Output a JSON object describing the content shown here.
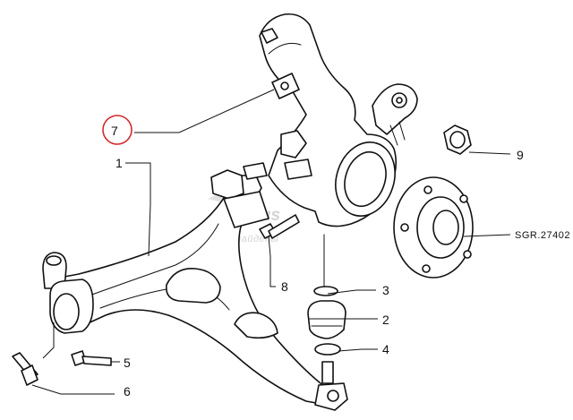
{
  "diagram": {
    "callouts": [
      {
        "id": "1",
        "label": "1"
      },
      {
        "id": "2",
        "label": "2"
      },
      {
        "id": "3",
        "label": "3"
      },
      {
        "id": "4",
        "label": "4"
      },
      {
        "id": "5",
        "label": "5"
      },
      {
        "id": "6",
        "label": "6"
      },
      {
        "id": "7",
        "label": "7",
        "highlighted": true
      },
      {
        "id": "8",
        "label": "8"
      },
      {
        "id": "9",
        "label": "9"
      }
    ],
    "reference_code": "SGR.27402",
    "highlight_color": "#d22c2c",
    "watermark": {
      "logo_text": "Quantus",
      "tagline": "запчасти найдены"
    }
  }
}
